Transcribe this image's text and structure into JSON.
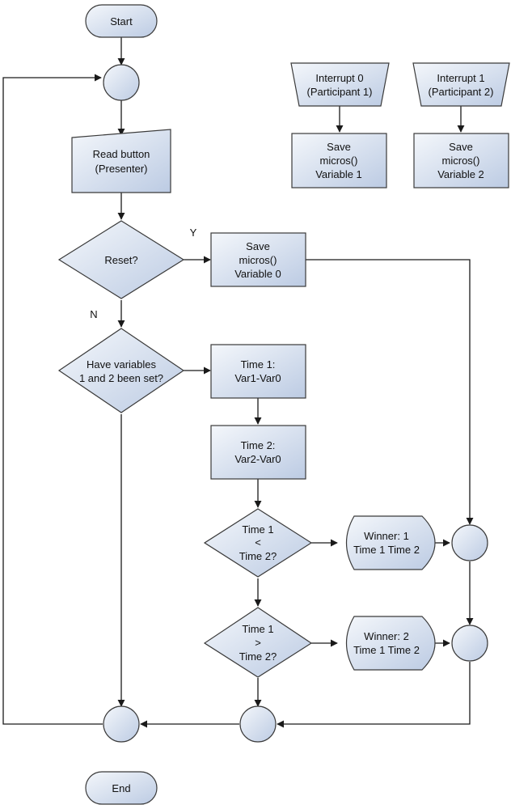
{
  "colors": {
    "node_fill_top": "#f4f7fb",
    "node_fill_bottom": "#bccbe3",
    "stroke": "#3a3a3a",
    "edge": "#1a1a1a"
  },
  "nodes": {
    "start": "Start",
    "read_button": [
      "Read button",
      "(Presenter)"
    ],
    "interrupt0": [
      "Interrupt 0",
      "(Participant 1)"
    ],
    "interrupt1": [
      "Interrupt 1",
      "(Participant 2)"
    ],
    "save_var1": [
      "Save",
      "micros()",
      "Variable 1"
    ],
    "save_var2": [
      "Save",
      "micros()",
      "Variable 2"
    ],
    "reset": "Reset?",
    "save_var0": [
      "Save",
      "micros()",
      "Variable 0"
    ],
    "vars_set": [
      "Have variables",
      "1 and 2 been set?"
    ],
    "time1": [
      "Time 1:",
      "Var1-Var0"
    ],
    "time2": [
      "Time 2:",
      "Var2-Var0"
    ],
    "cmp_lt": [
      "Time 1",
      "<",
      "Time 2?"
    ],
    "cmp_gt": [
      "Time 1",
      ">",
      "Time 2?"
    ],
    "winner1": [
      "Winner: 1",
      "Time 1 Time 2"
    ],
    "winner2": [
      "Winner: 2",
      "Time 1 Time 2"
    ],
    "end": "End"
  },
  "edge_labels": {
    "yes": "Y",
    "no": "N"
  }
}
